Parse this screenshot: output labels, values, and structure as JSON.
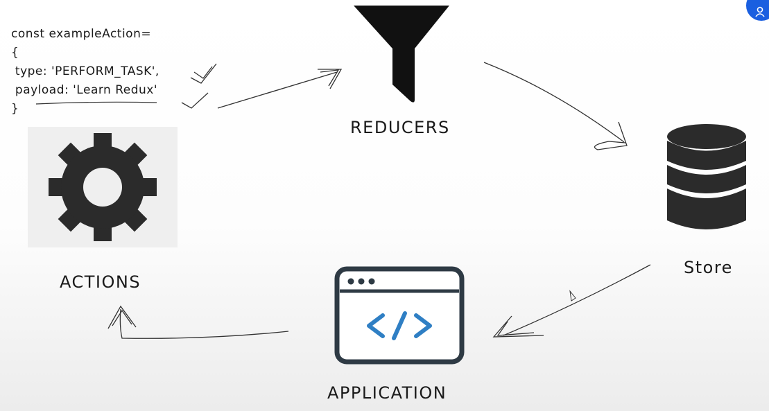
{
  "code": {
    "line1": "const exampleAction=",
    "line2": "{",
    "line3": " type: 'PERFORM_TASK',",
    "line4": " payload: 'Learn Redux'",
    "line5": "}"
  },
  "labels": {
    "reducers": "REDUCERS",
    "store": "Store",
    "application": "APPLICATION",
    "actions": "ACTIONS"
  },
  "icons": {
    "funnel": "funnel-icon",
    "database": "database-icon",
    "browser_code": "browser-code-icon",
    "gear": "gear-icon",
    "user": "user-icon"
  },
  "colors": {
    "icon_dark": "#2b2b2b",
    "code_blue": "#2f7fc4",
    "window_frame": "#2e3a44",
    "user_button": "#1a5fe0"
  }
}
